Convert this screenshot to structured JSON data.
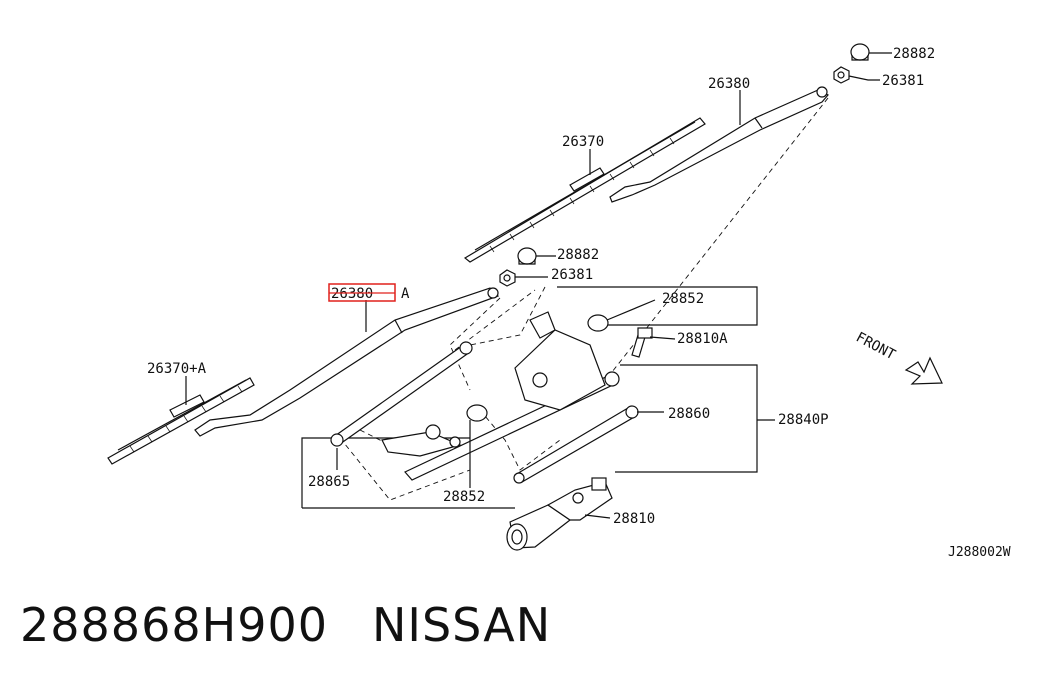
{
  "callouts": {
    "grommet_top": "28882",
    "nut_top": "26381",
    "arm_passenger": "26380",
    "blade_passenger": "26370",
    "grommet_mid": "28882",
    "nut_mid": "26381",
    "arm_driver": "26380",
    "arm_driver_suffix": "A",
    "blade_driver": "26370+A",
    "bushing_right": "28852",
    "bolt": "28810A",
    "rod_lower": "28860",
    "linkage_assembly": "28840P",
    "bushing_left": "28865",
    "bushing_center": "28852",
    "motor": "28810",
    "front_indicator": "FRONT"
  },
  "drawing_code": "J288002W",
  "footer": {
    "part_number": "288868H900",
    "brand": "NISSAN"
  },
  "highlight_color": "#e0201c"
}
